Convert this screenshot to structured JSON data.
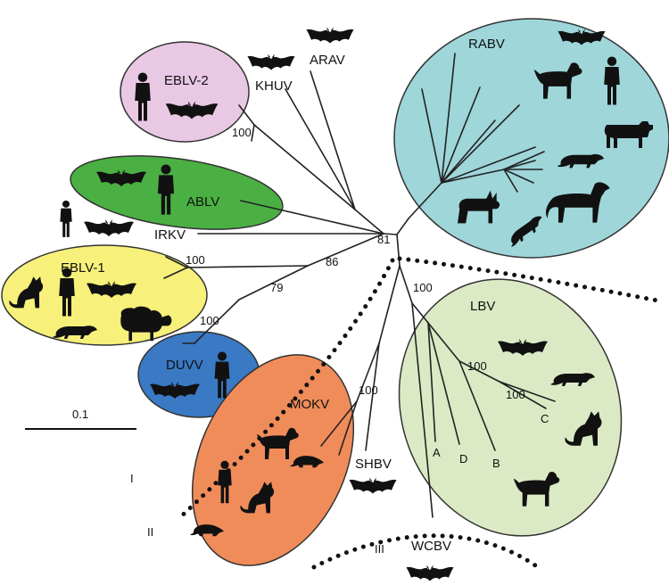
{
  "clades": {
    "rabv": "RABV",
    "eblv2": "EBLV-2",
    "ablv": "ABLV",
    "eblv1": "EBLV-1",
    "duvv": "DUVV",
    "mokv": "MOKV",
    "lbv": "LBV",
    "khuv": "KHUV",
    "arav": "ARAV",
    "irkv": "IRKV",
    "shbv": "SHBV",
    "wcbv": "WCBV"
  },
  "bootstrap": {
    "eblv2_node": "100",
    "root_node": "81",
    "irkv_node": "86",
    "eblv1_node": "100",
    "eblv1_duvv_node": "79",
    "duvv_node": "100",
    "lbv_group_node": "100",
    "mokv_node": "100",
    "lbv_inner_node": "100",
    "lbv_c_node": "100"
  },
  "lineages": {
    "a": "A",
    "b": "B",
    "c": "C",
    "d": "D"
  },
  "phylogroups": {
    "i": "I",
    "ii": "II",
    "iii": "III"
  },
  "scale_bar": {
    "label": "0.1"
  },
  "colors": {
    "rabv": "#9ed6da",
    "eblv2": "#e9c8e4",
    "ablv": "#4bb043",
    "eblv1": "#f7f07a",
    "duvv": "#3a79c4",
    "mokv": "#f08c5a",
    "lbv": "#dbeac4",
    "silhouette": "#111111",
    "branch": "#222222"
  },
  "icons": [
    "bat-icon",
    "human-icon",
    "dog-icon",
    "cat-icon",
    "cow-icon",
    "sheep-icon",
    "horse-icon",
    "fox-icon",
    "mongoose-icon",
    "shrew-icon"
  ]
}
